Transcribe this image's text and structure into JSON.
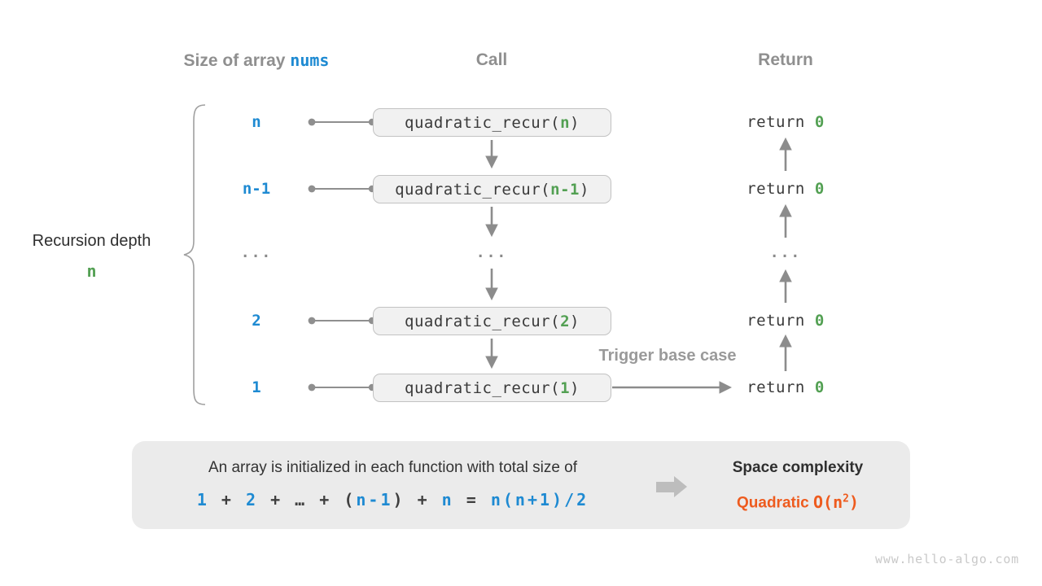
{
  "colors": {
    "blue": "#1e8ad2",
    "green": "#53a053",
    "orange": "#ee5b1e",
    "heading_gray": "#8f8f8f",
    "line_gray": "#9a9a9a",
    "arrow_gray": "#8c8c8c",
    "dark": "#3a3a3a",
    "box_bg": "#f1f1f1",
    "box_border": "#c2c2c2",
    "summary_bg": "#ebebeb",
    "watermark_gray": "#c9c9c9"
  },
  "headers": {
    "size_prefix": "Size of array ",
    "size_code": "nums",
    "call": "Call",
    "ret": "Return"
  },
  "left_brace_label": {
    "title": "Recursion depth",
    "value": "n"
  },
  "rows": [
    {
      "size": "n",
      "arg": "n"
    },
    {
      "size": "n-1",
      "arg": "n-1"
    },
    {
      "size": "2",
      "arg": "2"
    },
    {
      "size": "1",
      "arg": "1"
    }
  ],
  "ellipsis": "...",
  "call": {
    "fn": "quadratic_recur(",
    "close": ")"
  },
  "ret": {
    "kw": "return ",
    "val": "0"
  },
  "trigger_label": "Trigger base case",
  "summary": {
    "line1": "An array is initialized in each function with total size of",
    "formula": {
      "s0": "1",
      "s1": " + ",
      "s2": "2",
      "s3": " + ",
      "s4": "…",
      "s5": " + ",
      "s6": "(",
      "s7": "n-1",
      "s8": ")",
      "s9": " + ",
      "s10": "n",
      "s11": " = ",
      "s12": "n(n+1)/2"
    },
    "space_label": "Space complexity",
    "complexity_word": "Quadratic ",
    "complexity_pre": "O(n",
    "complexity_sup": "2",
    "complexity_post": ")"
  },
  "watermark": "www.hello-algo.com"
}
